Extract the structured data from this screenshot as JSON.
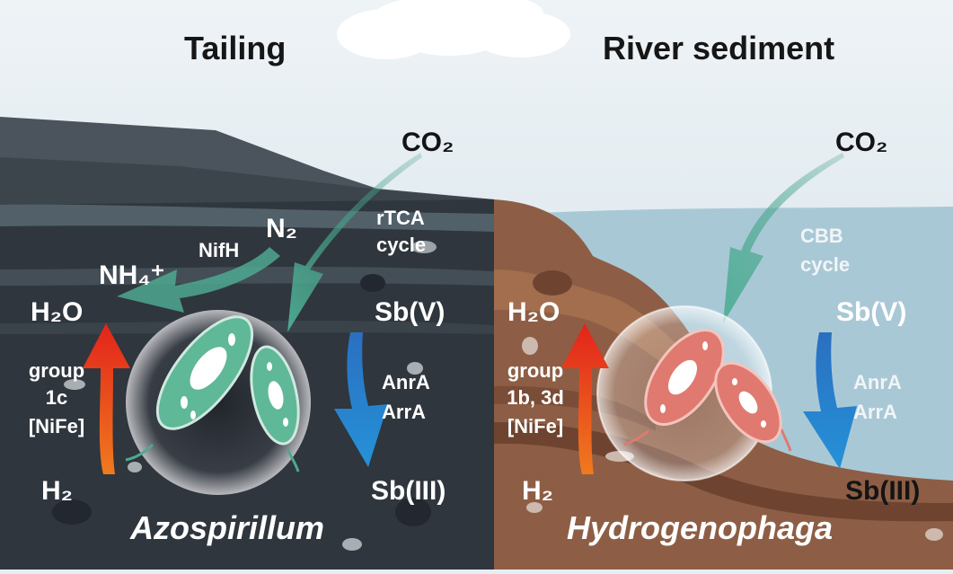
{
  "panels": {
    "left": {
      "title": "Tailing",
      "organism": "Azospirillum",
      "co2": "CO₂",
      "n2": "N₂",
      "nh4": "NH₄⁺",
      "nifh": "NifH",
      "rtca": [
        "rTCA",
        "cycle"
      ],
      "h2o": "H₂O",
      "h2": "H₂",
      "hydrogenase": [
        "group",
        "1c",
        "[NiFe]"
      ],
      "sbv": "Sb(V)",
      "sbiii": "Sb(III)",
      "reductases": [
        "AnrA",
        "ArrA"
      ]
    },
    "right": {
      "title": "River sediment",
      "organism": "Hydrogenophaga",
      "co2": "CO₂",
      "cbb": [
        "CBB",
        "cycle"
      ],
      "h2o": "H₂O",
      "h2": "H₂",
      "hydrogenase": [
        "group",
        "1b, 3d",
        "[NiFe]"
      ],
      "sbv": "Sb(V)",
      "sbiii": "Sb(III)",
      "reductases": [
        "AnrA",
        "ArrA"
      ]
    }
  },
  "colors": {
    "sky": "#dbe7ee",
    "tailing_dark": "#2f363d",
    "sediment_brown": "#8d5e45",
    "water": "#a9c8d6",
    "teal_arrow": "#4faf95",
    "blue_arrow": "#1f76c9",
    "red_arrow": "#e8321e",
    "green_cell": "#4fa88e",
    "pink_cell": "#e07a70"
  }
}
